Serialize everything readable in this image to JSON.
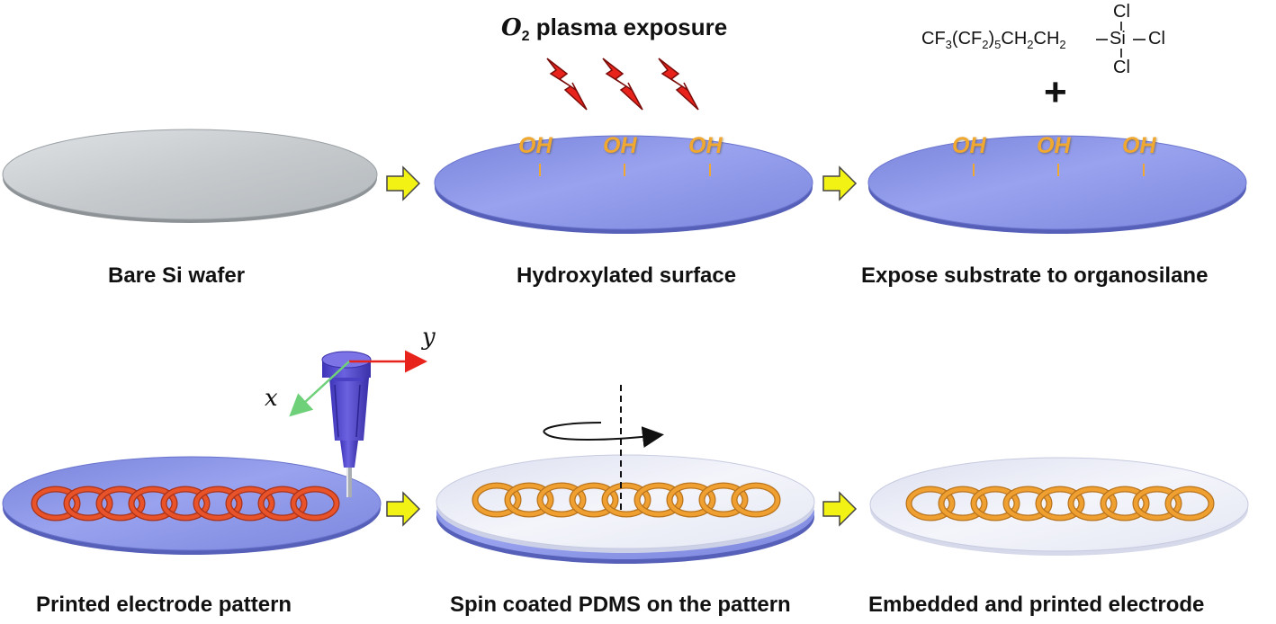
{
  "figure": {
    "top_row": {
      "step1_caption": "Bare Si wafer",
      "step2_caption": "Hydroxylated surface",
      "step2_heading_symbol": "O",
      "step2_heading_subscript": "2",
      "step2_heading_text": "plasma exposure",
      "step3_caption": "Expose substrate to organosilane",
      "oh_label": "OH",
      "plus_sign": "+",
      "silane": {
        "chain_cf3": "CF",
        "chain_sub3": "3",
        "chain_open": "(CF",
        "chain_sub2": "2",
        "chain_close": ")",
        "chain_sub5": "5",
        "chain_ch2a": "CH",
        "chain_sub2a": "2",
        "chain_ch2b": "CH",
        "chain_sub2b": "2",
        "si": "Si",
        "cl_top": "Cl",
        "cl_right": "Cl",
        "cl_bottom": "Cl"
      }
    },
    "bottom_row": {
      "step4_caption": "Printed electrode pattern",
      "step5_caption": "Spin coated PDMS on the pattern",
      "step6_caption": "Embedded and printed electrode",
      "axis_x": "x",
      "axis_y": "y"
    },
    "colors": {
      "bare_wafer": "#c4c8cb",
      "hydroxylated_wafer": "#8c96e6",
      "oh_text": "#f0a830",
      "bolt": "#e8231c",
      "arrow_fill": "#f2f214",
      "printed_electrode": "#e8532a",
      "coated_electrode": "#f0a030",
      "pdms_layer": "#eef0f7",
      "nozzle": "#5a4fd0",
      "axis_y_arrow": "#e8231c",
      "axis_x_arrow": "#6fd07a"
    }
  }
}
